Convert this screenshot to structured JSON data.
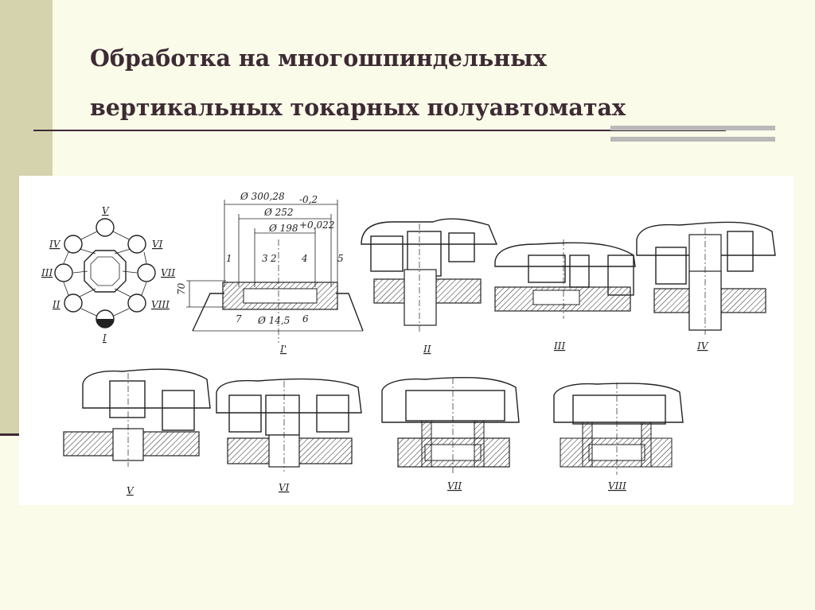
{
  "slide": {
    "title_line1": "Обработка на многошпиндельных",
    "title_line2": "вертикальных токарных полуавтоматах"
  },
  "figure": {
    "dimensions": {
      "d_outer": "Ø 300,28",
      "d_outer_tol": "-0,2",
      "d_252": "Ø 252",
      "d_198": "Ø 198",
      "d_198_tol": "+0,022",
      "d_hole": "Ø 14,5",
      "height": "70"
    },
    "part_numbers": [
      "1",
      "2",
      "3",
      "4",
      "5",
      "6",
      "7"
    ],
    "positions": [
      "I",
      "II",
      "III",
      "IV",
      "V",
      "VI",
      "VII",
      "VIII"
    ],
    "setup_label": "I'"
  }
}
